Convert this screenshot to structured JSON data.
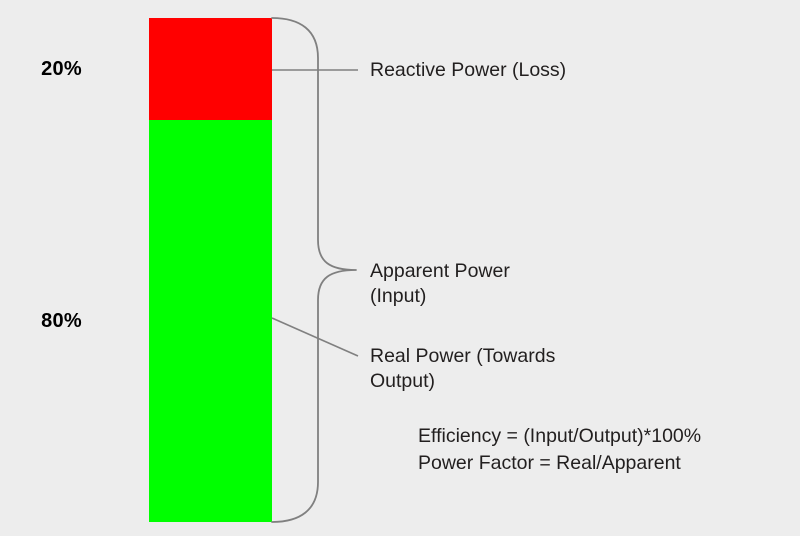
{
  "diagram": {
    "title": "Power Triangle Stacked Bar",
    "background_color": "#ededed",
    "text_color": "#221f1f",
    "leader_color": "#808080"
  },
  "bar": {
    "segments": [
      {
        "id": "reactive",
        "label": "20%",
        "value": 20,
        "color": "#ff0000",
        "name": "Reactive Power (Loss)"
      },
      {
        "id": "real",
        "label": "80%",
        "value": 80,
        "color": "#00ff00",
        "name": "Real Power (Towards Output)"
      }
    ]
  },
  "callouts": {
    "reactive": "Reactive Power (Loss)",
    "apparent": "Apparent Power\n(Input)",
    "real": "Real Power (Towards\nOutput)"
  },
  "formulas": {
    "efficiency": "Efficiency = (Input/Output)*100%",
    "power_factor": "Power Factor = Real/Apparent"
  },
  "chart_data": {
    "type": "bar",
    "title": "",
    "categories": [
      "Reactive Power (Loss)",
      "Real Power (Towards Output)"
    ],
    "values": [
      20,
      80
    ],
    "colors": [
      "#ff0000",
      "#00ff00"
    ],
    "data_labels": [
      "20%",
      "80%"
    ],
    "stacked": true,
    "orientation": "vertical",
    "ylim": [
      0,
      100
    ],
    "ylabel": "",
    "xlabel": "",
    "grid": false,
    "legend": "none",
    "annotations": [
      "Reactive Power (Loss)",
      "Apparent Power (Input)",
      "Real Power (Towards Output)",
      "Efficiency = (Input/Output)*100%",
      "Power Factor = Real/Apparent"
    ]
  }
}
